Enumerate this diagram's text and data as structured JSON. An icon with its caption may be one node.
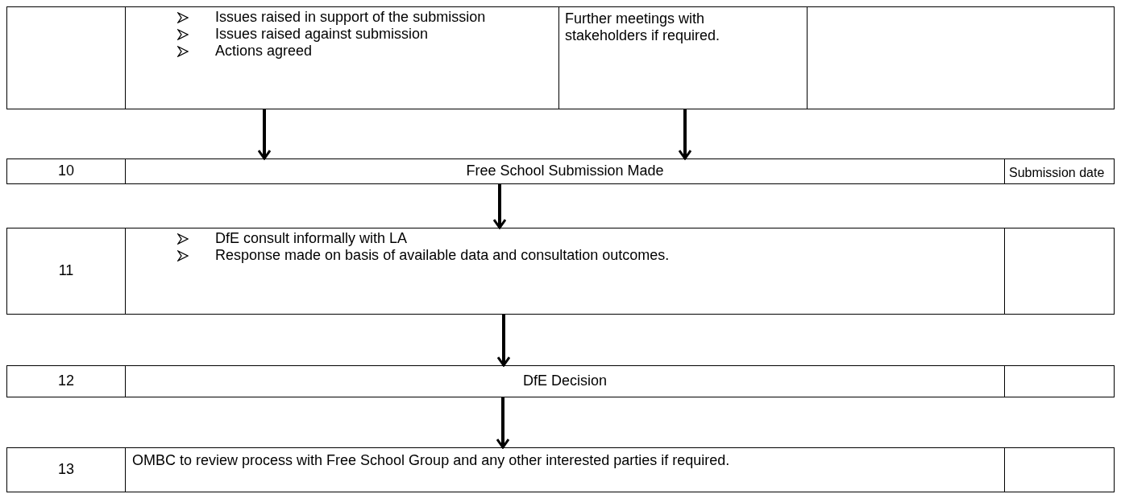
{
  "diagram": {
    "nodes": [
      {
        "text": [],
        "shape": "box"
      },
      {
        "text": [
          "Issues raised in support of the submission",
          "Issues raised against submission",
          "Actions agreed"
        ]
      },
      {
        "text": [
          "Further meetings with stakeholders if required."
        ]
      },
      {
        "text": [],
        "shape": "box"
      },
      {
        "text": [
          "10"
        ]
      },
      {
        "text": [
          "Free School Submission Made"
        ]
      },
      {
        "text": [
          "Submission date"
        ]
      },
      {
        "text": [
          "11"
        ]
      },
      {
        "text": [
          "DfE consult informally with LA",
          "Response made on basis of available data and consultation outcomes."
        ]
      },
      {
        "text": [],
        "shape": "box"
      },
      {
        "text": [
          "12"
        ]
      },
      {
        "text": [
          "DfE Decision"
        ]
      },
      {
        "text": [],
        "shape": "box"
      },
      {
        "text": [
          "13"
        ]
      },
      {
        "text": [
          "OMBC to review process with Free School Group and any other interested parties if required."
        ]
      },
      {
        "text": [],
        "shape": "box"
      }
    ],
    "edges": [
      {
        "from": 1,
        "to": 5,
        "arrow": "to"
      },
      {
        "from": 2,
        "to": 5,
        "arrow": "to"
      },
      {
        "from": 5,
        "to": 8,
        "arrow": "to"
      },
      {
        "from": 8,
        "to": 11,
        "arrow": "to"
      },
      {
        "from": 11,
        "to": 14,
        "arrow": "to"
      }
    ]
  }
}
